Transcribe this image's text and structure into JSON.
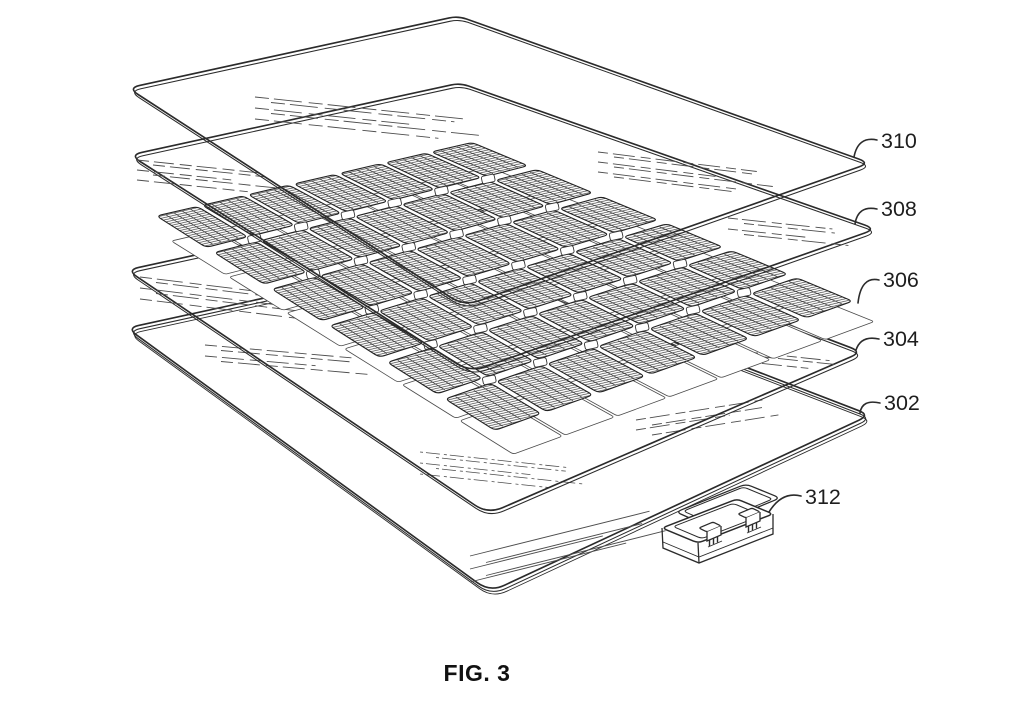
{
  "figure": {
    "caption": "FIG. 3",
    "background_color": "#ffffff",
    "line_color": "#2b2b2b",
    "cell_hatch_color": "#3f3f3f",
    "reference_labels": [
      {
        "text": "310",
        "part": "top-cover-sheet"
      },
      {
        "text": "308",
        "part": "upper-encapsulant-sheet"
      },
      {
        "text": "306",
        "part": "solar-cell-array"
      },
      {
        "text": "304",
        "part": "lower-encapsulant-sheet"
      },
      {
        "text": "302",
        "part": "back-sheet"
      },
      {
        "text": "312",
        "part": "junction-box"
      }
    ]
  }
}
